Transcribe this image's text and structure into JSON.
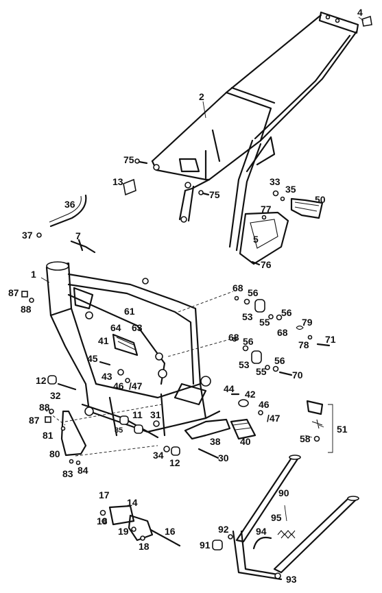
{
  "callouts": {
    "c1": "1",
    "c2": "2",
    "c4": "4",
    "c5": "5",
    "c7": "7",
    "c11": "11",
    "c12a": "12",
    "c12b": "12",
    "c13": "13",
    "c14": "14",
    "c16": "16",
    "c17": "17",
    "c18a": "18",
    "c18b": "18",
    "c19": "19",
    "c30": "30",
    "c31": "31",
    "c32": "32",
    "c33": "33",
    "c34": "34",
    "c35": "35",
    "c36": "36",
    "c37": "37",
    "c38": "38",
    "c40": "40",
    "c41": "41",
    "c42": "42",
    "c43": "43",
    "c44": "44",
    "c45": "45",
    "c46a": "46",
    "c46b": "46",
    "c47a": "/47",
    "c47b": "/47",
    "c50": "50",
    "c51": "51",
    "c53a": "53",
    "c53b": "53",
    "c55a": "55",
    "c55b": "55",
    "c56a": "56",
    "c56b": "56",
    "c56c": "56",
    "c56d": "56",
    "c58": "58",
    "c61": "61",
    "c63": "63",
    "c64": "64",
    "c68a": "68",
    "c68b": "68",
    "c68c": "68",
    "c70": "70",
    "c71": "71",
    "c75a": "75",
    "c75b": "75",
    "c76": "76",
    "c77": "77",
    "c78": "78",
    "c79": "79",
    "c80": "80",
    "c81": "81",
    "c83": "83",
    "c84": "84",
    "c85": "85",
    "c87a": "87",
    "c87b": "87",
    "c88a": "88",
    "c88b": "88",
    "c90": "90",
    "c91": "91",
    "c92": "92",
    "c93": "93",
    "c94": "94",
    "c95": "95"
  }
}
